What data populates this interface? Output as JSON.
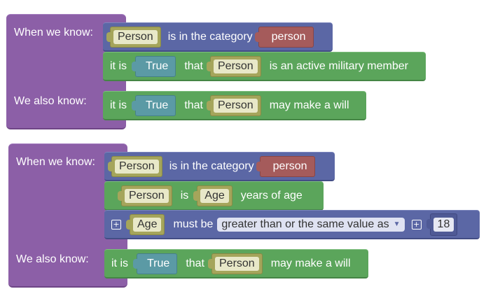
{
  "rule1": {
    "when_label": "When we know:",
    "also_label": "We also know:",
    "row1": {
      "var": "Person",
      "text": "is in the category",
      "category": "person"
    },
    "row2": {
      "prefix": "it is",
      "bool": "True",
      "that": "that",
      "var": "Person",
      "text": "is an active military member"
    },
    "conclusion": {
      "prefix": "it is",
      "bool": "True",
      "that": "that",
      "var": "Person",
      "text": "may make a will"
    }
  },
  "rule2": {
    "when_label": "When we know:",
    "also_label": "We also know:",
    "row1": {
      "var": "Person",
      "text": "is in the category",
      "category": "person"
    },
    "row2": {
      "var": "Person",
      "is": "is",
      "var2": "Age",
      "text": "years of age"
    },
    "row3": {
      "var": "Age",
      "must_be": "must be",
      "comparator": "greater than or the same value as",
      "value": "18"
    },
    "conclusion": {
      "prefix": "it is",
      "bool": "True",
      "that": "that",
      "var": "Person",
      "text": "may make a will"
    }
  },
  "colors": {
    "rule": "#8c5fa7",
    "blue_block": "#5b67a5",
    "green_block": "#5ba55b",
    "variable": "#a5a55b",
    "boolean": "#5b9aa5",
    "category": "#a55b5b"
  }
}
